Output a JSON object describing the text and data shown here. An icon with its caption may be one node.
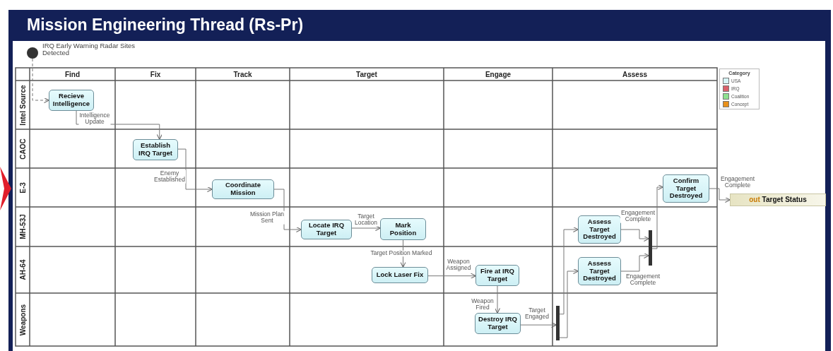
{
  "diagram": {
    "title": "Mission Engineering Thread (Rs-Pr)",
    "nodes": [
      {
        "text": [],
        "shape": "circle",
        "beside": [
          "IRQ Early Warning Radar Sites Detected"
        ]
      },
      {
        "text": [
          "Recieve Intelligence"
        ]
      },
      {
        "text": [
          "Establish IRQ Target"
        ]
      },
      {
        "text": [
          "Coordinate Mission"
        ]
      },
      {
        "text": [
          "Locate IRQ Target"
        ]
      },
      {
        "text": [
          "Mark Position"
        ]
      },
      {
        "text": [
          "Lock Laser Fix"
        ]
      },
      {
        "text": [
          "Fire at IRQ Target"
        ]
      },
      {
        "text": [
          "Destroy IRQ Target"
        ]
      },
      {
        "text": [],
        "shape": "bar"
      },
      {
        "text": [
          "Assess Target Destroyed"
        ]
      },
      {
        "text": [
          "Assess Target Destroyed"
        ]
      },
      {
        "text": [],
        "shape": "bar"
      },
      {
        "text": [
          "Confirm Target Destroyed"
        ]
      },
      {
        "text": [
          "out",
          "Target Status"
        ]
      }
    ],
    "edges": [
      {
        "from": 0,
        "to": 1,
        "arrow": "to",
        "style": "dashed"
      },
      {
        "from": 1,
        "to": 2,
        "arrow": "to",
        "label": "Intelligence Update"
      },
      {
        "from": 2,
        "to": 3,
        "arrow": "to",
        "label": "Enemy Established"
      },
      {
        "from": 3,
        "to": 4,
        "arrow": "to",
        "label": "Mission Plan Sent"
      },
      {
        "from": 4,
        "to": 5,
        "arrow": "to",
        "label": "Target Location"
      },
      {
        "from": 5,
        "to": 6,
        "arrow": "to",
        "label": "Target Position Marked"
      },
      {
        "from": 6,
        "to": 7,
        "arrow": "to",
        "label": "Weapon Assigned"
      },
      {
        "from": 7,
        "to": 8,
        "arrow": "to",
        "label": "Weapon Fired"
      },
      {
        "from": 8,
        "to": 9,
        "arrow": "to",
        "label": "Target Engaged"
      },
      {
        "from": 9,
        "to": 10,
        "arrow": "to"
      },
      {
        "from": 9,
        "to": 11,
        "arrow": "to"
      },
      {
        "from": 10,
        "to": 12,
        "arrow": "to",
        "label": "Engagement Complete"
      },
      {
        "from": 11,
        "to": 12,
        "arrow": "to",
        "label": "Engagement Complete"
      },
      {
        "from": 12,
        "to": 13,
        "arrow": "to"
      },
      {
        "from": 13,
        "to": 14,
        "arrow": "to",
        "label": "Engagement Complete"
      }
    ],
    "labels": [
      "Find",
      "Fix",
      "Track",
      "Target",
      "Engage",
      "Assess",
      "Intel Source",
      "CAOC",
      "E-3",
      "MH-53J",
      "AH-64",
      "Weapons",
      "Category"
    ],
    "legend": [
      {
        "text": "USA",
        "color": "#d6f5f7"
      },
      {
        "text": "IRQ",
        "color": "#d9616b"
      },
      {
        "text": "Coalition",
        "color": "#8fe08f"
      },
      {
        "text": "Concept",
        "color": "#e8901a"
      }
    ]
  }
}
